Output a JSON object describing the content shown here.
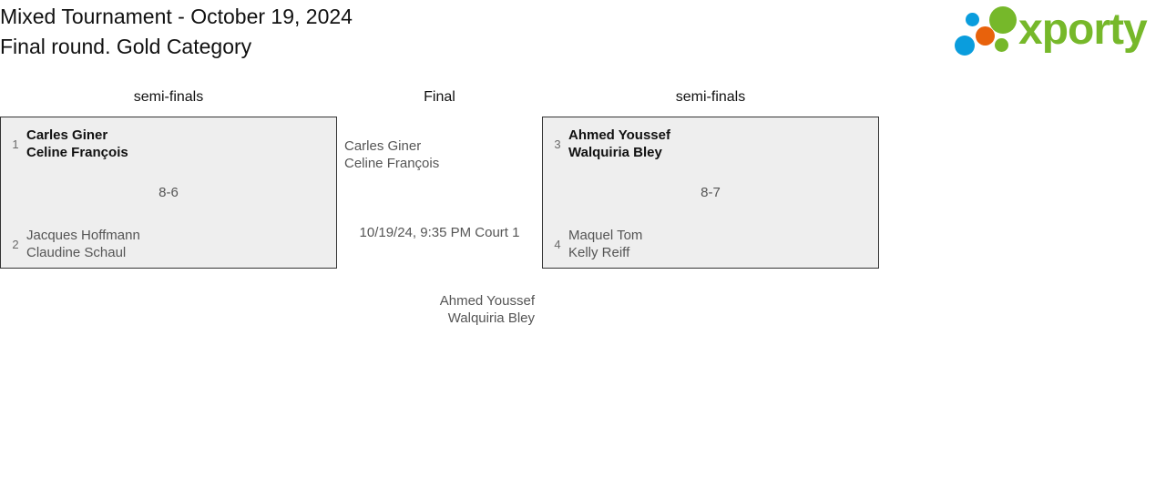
{
  "header": {
    "title_line1": "Mixed Tournament - October 19, 2024",
    "title_line2": "Final round. Gold Category",
    "logo_text": "xporty",
    "logo_colors": {
      "green": "#76b82a",
      "blue": "#0a9ddd",
      "orange": "#e8620c"
    }
  },
  "theme": {
    "box_fill": "#eeeeee",
    "box_border": "#333333",
    "winner_text": "#111111",
    "muted_text": "#555555"
  },
  "rounds": {
    "left_label": "semi-finals",
    "center_label": "Final",
    "right_label": "semi-finals"
  },
  "matches": {
    "semifinal_left": {
      "top": {
        "seed": "1",
        "player1": "Carles Giner",
        "player2": "Celine François"
      },
      "bottom": {
        "seed": "2",
        "player1": "Jacques Hoffmann",
        "player2": "Claudine Schaul"
      },
      "score": "8-6"
    },
    "semifinal_right": {
      "top": {
        "seed": "3",
        "player1": "Ahmed Youssef",
        "player2": "Walquiria Bley"
      },
      "bottom": {
        "seed": "4",
        "player1": "Maquel Tom",
        "player2": "Kelly Reiff"
      },
      "score": "8-7"
    },
    "final": {
      "top": {
        "player1": "Carles Giner",
        "player2": "Celine François"
      },
      "bottom": {
        "player1": "Ahmed Youssef",
        "player2": "Walquiria Bley"
      },
      "info": "10/19/24, 9:35 PM Court 1"
    }
  }
}
